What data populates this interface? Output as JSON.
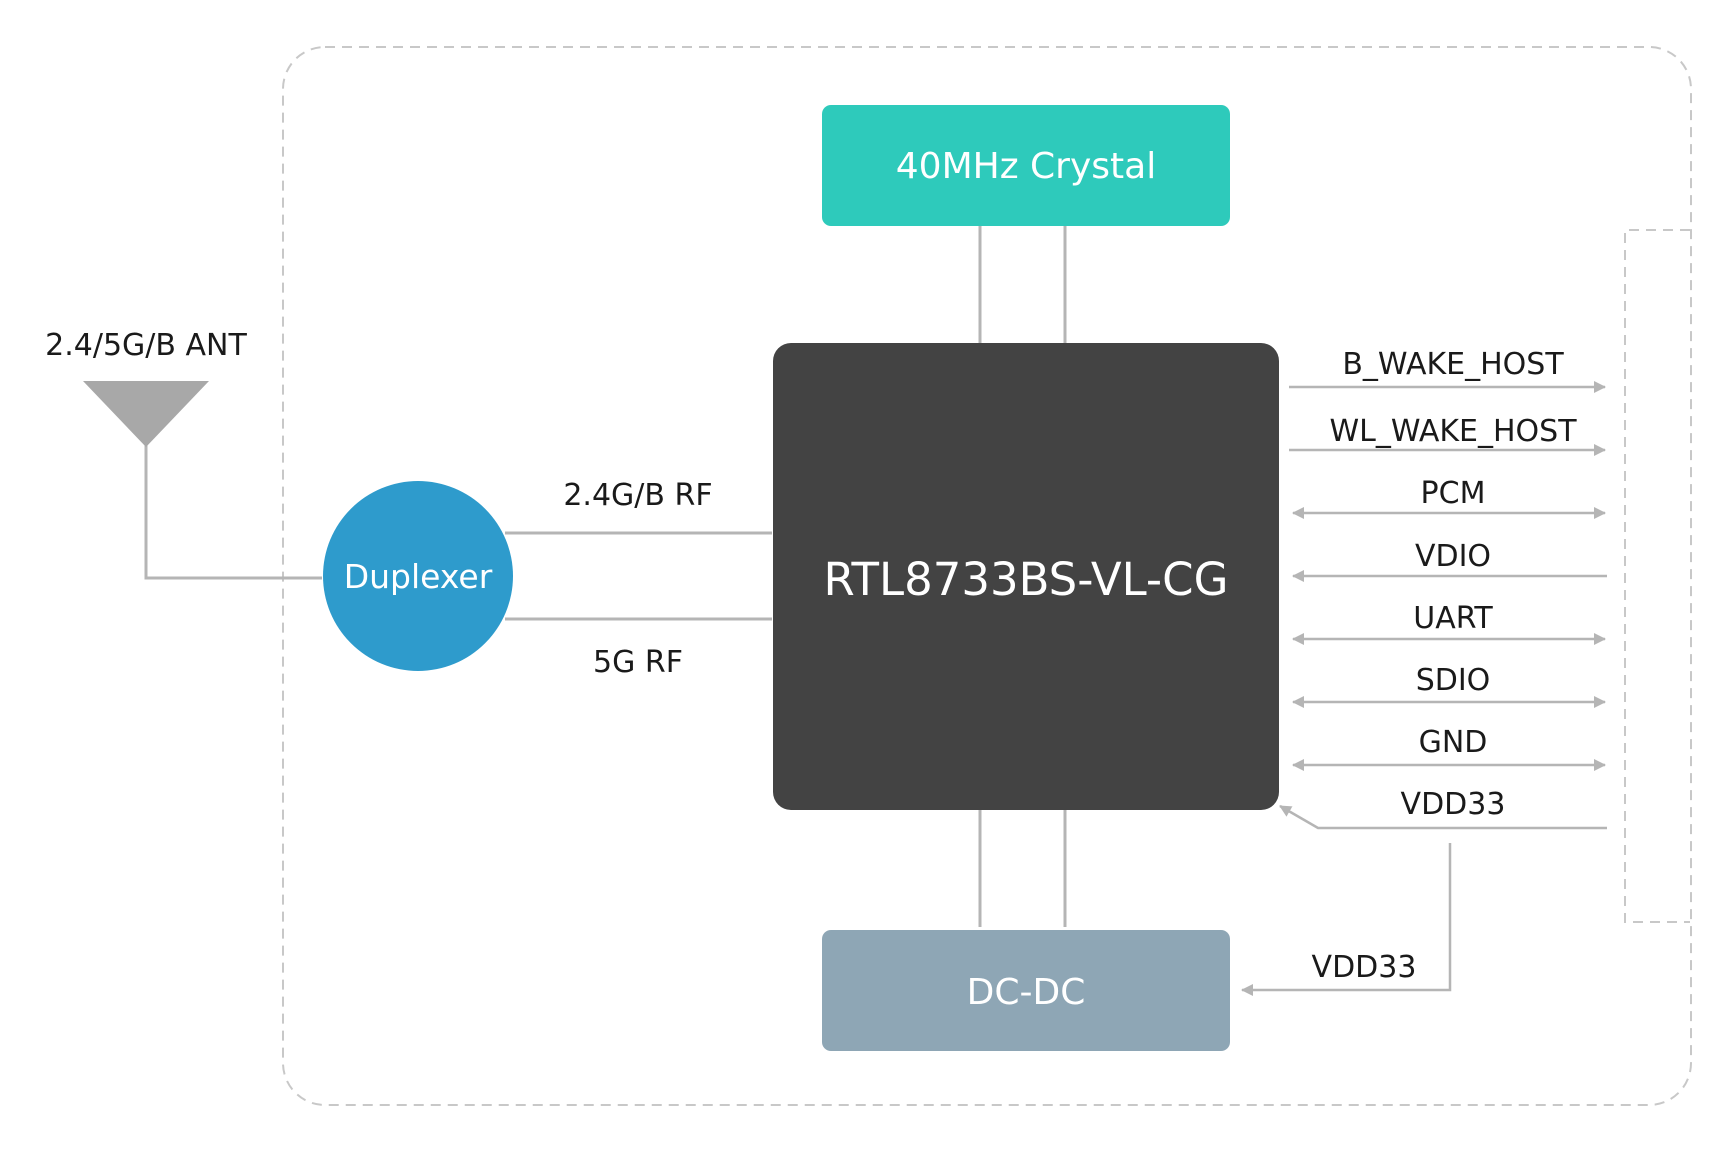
{
  "antenna": {
    "label": "2.4/5G/B ANT"
  },
  "duplexer": {
    "label": "Duplexer"
  },
  "crystal": {
    "label": "40MHz Crystal"
  },
  "chip": {
    "label": "RTL8733BS-VL-CG"
  },
  "dcdc": {
    "label": "DC-DC"
  },
  "rf_links": [
    {
      "label": "2.4G/B RF"
    },
    {
      "label": "5G RF"
    }
  ],
  "signals": [
    {
      "label": "B_WAKE_HOST",
      "direction": "out"
    },
    {
      "label": "WL_WAKE_HOST",
      "direction": "out"
    },
    {
      "label": "PCM",
      "direction": "bidirectional"
    },
    {
      "label": "VDIO",
      "direction": "in"
    },
    {
      "label": "UART",
      "direction": "bidirectional"
    },
    {
      "label": "SDIO",
      "direction": "bidirectional"
    },
    {
      "label": "GND",
      "direction": "bidirectional"
    },
    {
      "label": "VDD33",
      "direction": "in"
    }
  ],
  "dcdc_supply": {
    "label": "VDD33"
  },
  "colors": {
    "crystal": "#2ecabb",
    "chip": "#434343",
    "duplexer": "#2e9bcc",
    "dcdc": "#8ea6b5",
    "antenna": "#a8a8a8",
    "line": "#b5b5b5",
    "dashed_border": "#c8c8c8"
  }
}
